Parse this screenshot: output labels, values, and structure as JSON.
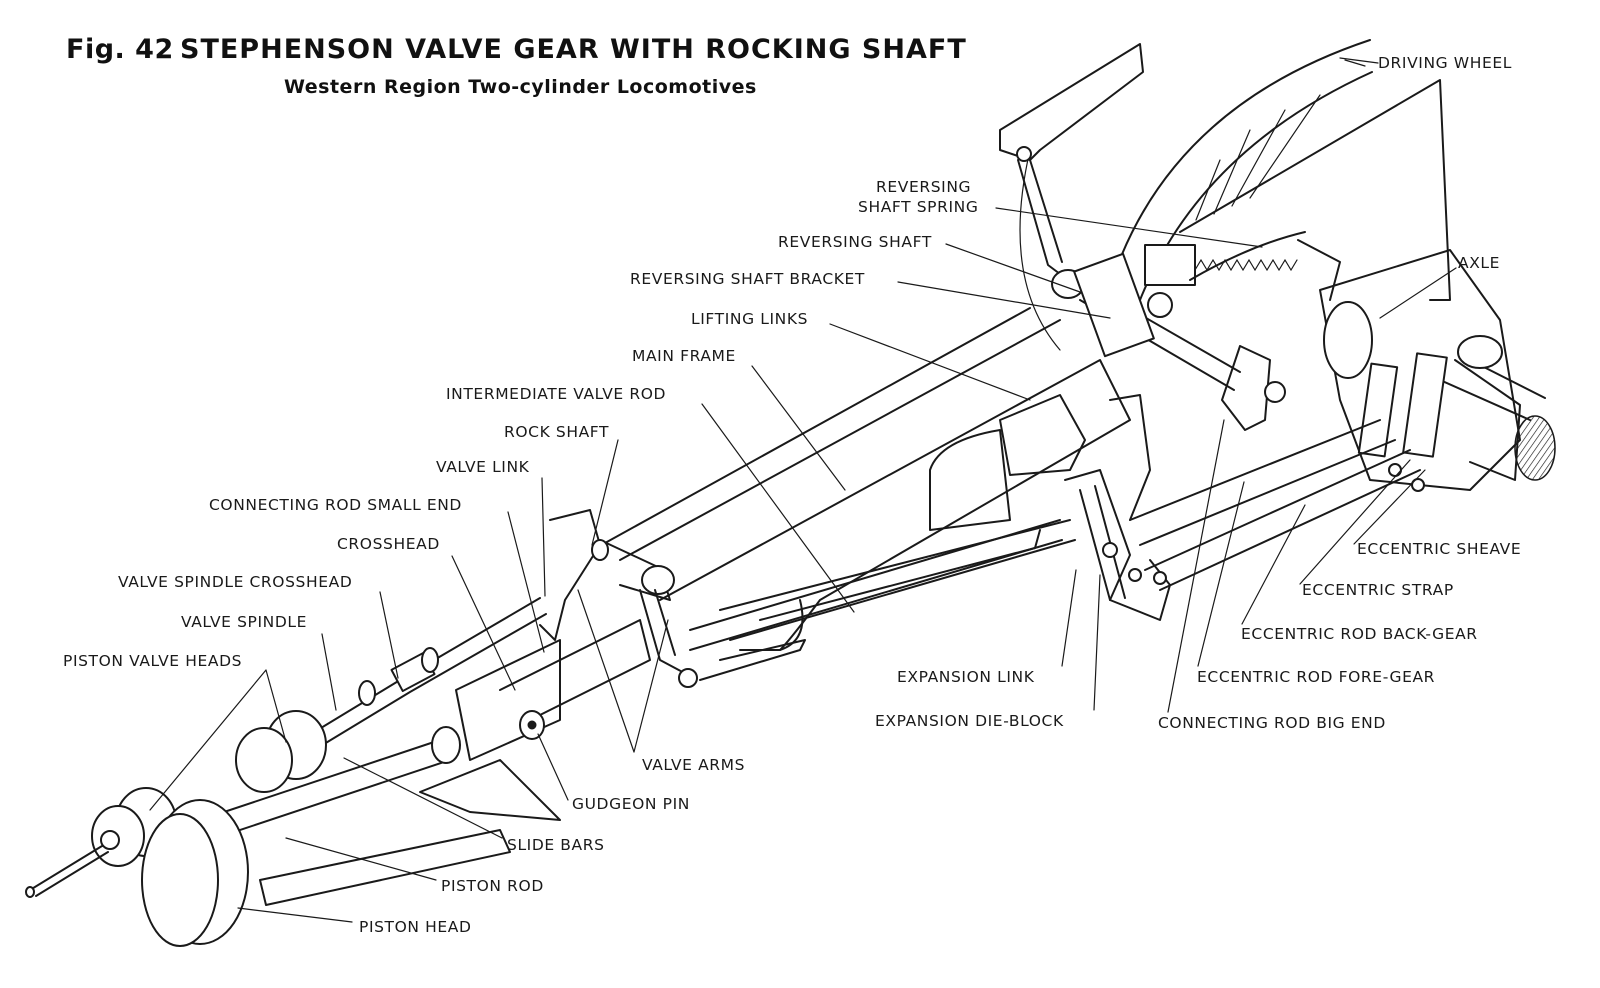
{
  "figure": {
    "number": "Fig. 42",
    "title": "STEPHENSON VALVE GEAR WITH ROCKING SHAFT",
    "subtitle": "Western Region Two-cylinder Locomotives"
  },
  "labels": {
    "driving_wheel": "DRIVING WHEEL",
    "reversing_shaft_spring_1": "REVERSING",
    "reversing_shaft_spring_2": "SHAFT SPRING",
    "reversing_shaft": "REVERSING SHAFT",
    "reversing_shaft_bracket": "REVERSING SHAFT BRACKET",
    "axle": "AXLE",
    "lifting_links": "LIFTING LINKS",
    "main_frame": "MAIN FRAME",
    "intermediate_valve_rod": "INTERMEDIATE VALVE ROD",
    "rock_shaft": "ROCK SHAFT",
    "valve_link": "VALVE LINK",
    "connecting_rod_small_end": "CONNECTING ROD SMALL END",
    "crosshead": "CROSSHEAD",
    "valve_spindle_crosshead": "VALVE SPINDLE CROSSHEAD",
    "valve_spindle": "VALVE SPINDLE",
    "piston_valve_heads": "PISTON VALVE HEADS",
    "eccentric_sheave": "ECCENTRIC SHEAVE",
    "eccentric_strap": "ECCENTRIC STRAP",
    "eccentric_rod_back_gear": "ECCENTRIC ROD BACK-GEAR",
    "expansion_link": "EXPANSION LINK",
    "eccentric_rod_fore_gear": "ECCENTRIC ROD FORE-GEAR",
    "expansion_die_block": "EXPANSION DIE-BLOCK",
    "connecting_rod_big_end": "CONNECTING ROD BIG END",
    "valve_arms": "VALVE ARMS",
    "gudgeon_pin": "GUDGEON PIN",
    "slide_bars": "SLIDE BARS",
    "piston_rod": "PISTON ROD",
    "piston_head": "PISTON HEAD"
  }
}
